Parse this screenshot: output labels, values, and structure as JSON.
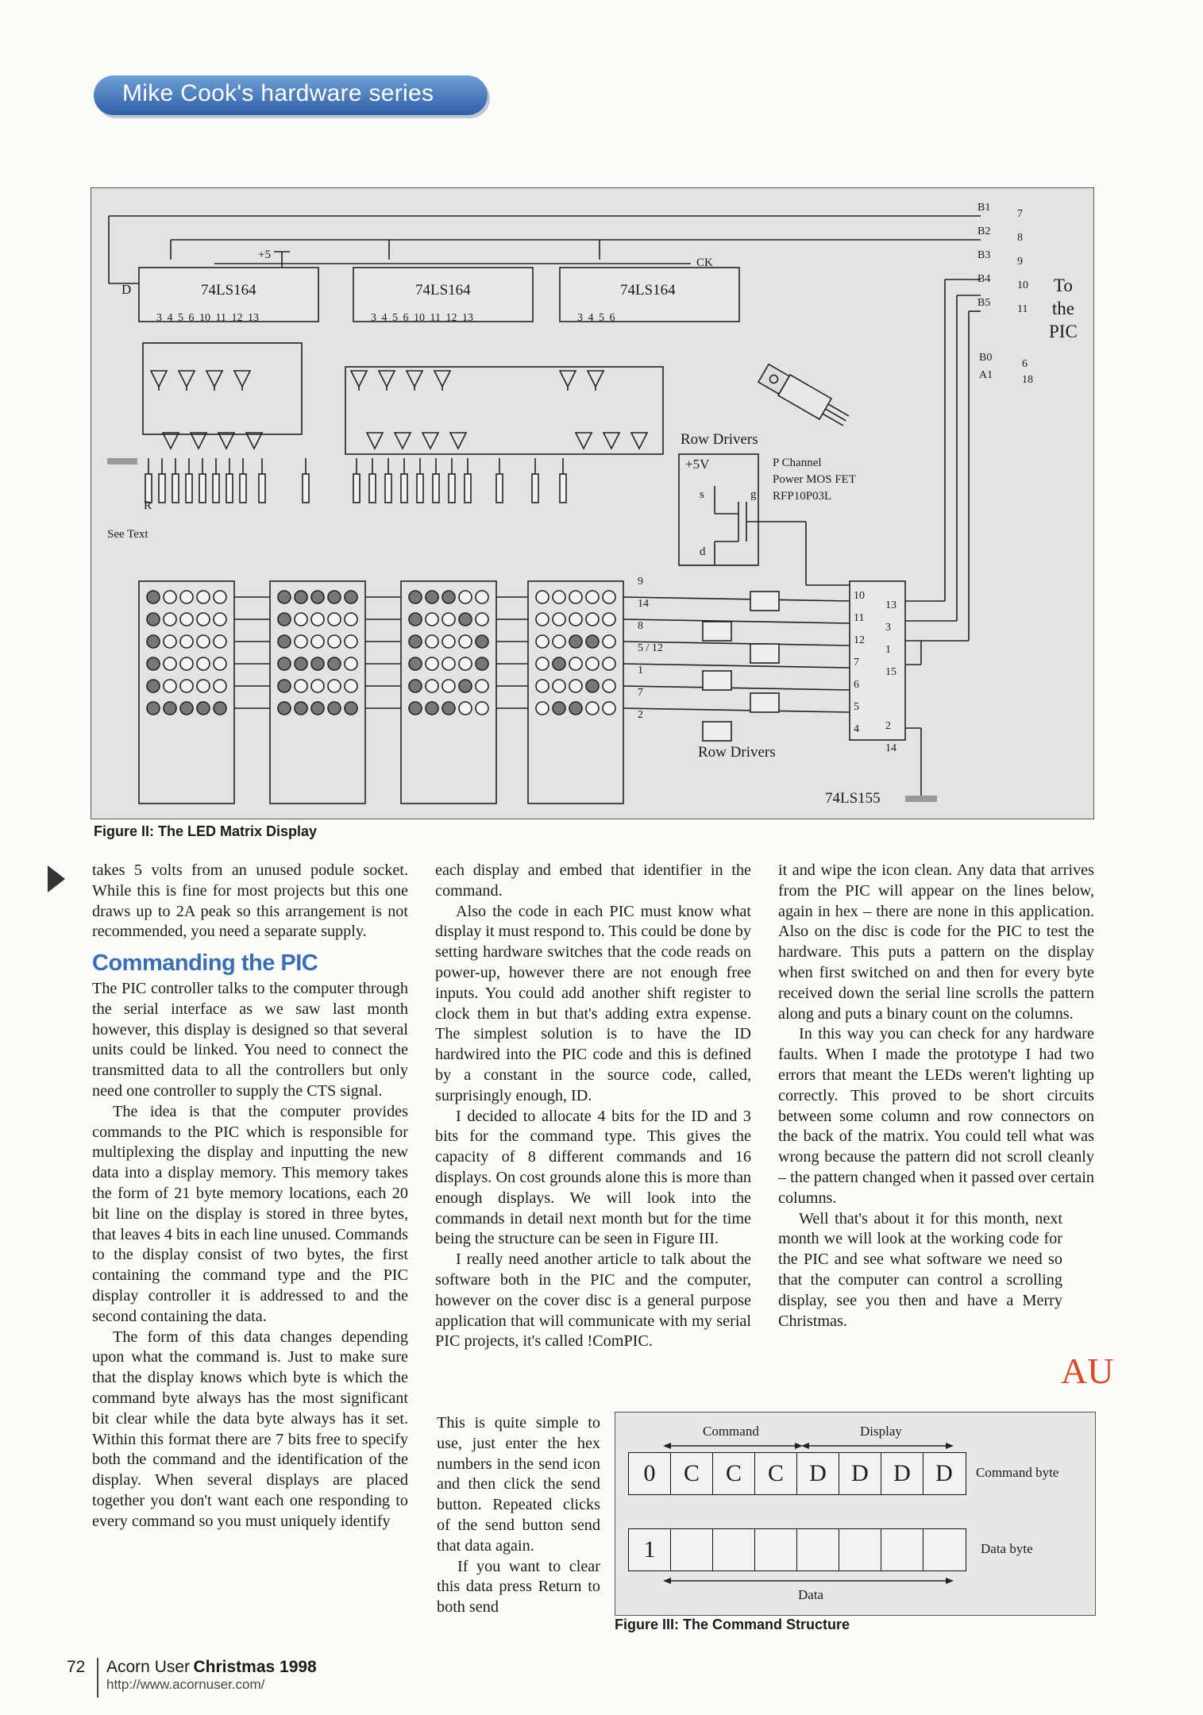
{
  "header": {
    "series_title": "Mike Cook's hardware series"
  },
  "figure2": {
    "caption": "Figure II: The LED Matrix Display",
    "chips": [
      "74LS164",
      "74LS164",
      "74LS164",
      "74LS155"
    ],
    "labels": {
      "d": "D",
      "ck": "CK",
      "plus5": "+5",
      "r": "R",
      "see_text": "See Text",
      "row_drivers_top": "Row Drivers",
      "row_drivers_bottom": "Row Drivers",
      "plus5v": "+5V",
      "s": "s",
      "g": "g",
      "d_pin": "d",
      "mosfet": [
        "P Channel",
        "Power MOS FET",
        "RFP10P03L"
      ],
      "to_pic": [
        "To",
        "the",
        "PIC"
      ],
      "b_labels": [
        "B1",
        "B2",
        "B3",
        "B4",
        "B5"
      ],
      "b_pins": [
        "7",
        "8",
        "9",
        "10",
        "11"
      ],
      "b0": "B0",
      "a1": "A1",
      "b0_pin": "6",
      "a1_pin": "18",
      "chip1_pins": "3  4  5  6  10  11  12  13",
      "chip2_pins": "3  4  5  6  10  11  12  13",
      "chip3_pins": "3  4  5  6",
      "row_pins": [
        "9",
        "14",
        "8",
        "5 / 12",
        "1",
        "7",
        "2"
      ],
      "decoder_left": [
        "10",
        "11",
        "12",
        "7",
        "6",
        "5",
        "4"
      ],
      "decoder_right": [
        "13",
        "3",
        "1",
        "15",
        "2",
        "14"
      ]
    }
  },
  "body": {
    "col1": [
      "takes 5 volts from an unused podule socket. While this is fine for most projects but this one draws up to 2A peak so this arrangement is not recommended, you need a separate supply."
    ],
    "heading": "Commanding the PIC",
    "col1b": [
      "The PIC controller talks to the computer through the serial interface as we saw last month however, this display is designed so that several units could be linked. You need to connect the transmitted data to all the controllers but only need one controller to supply the CTS signal.",
      "The idea is that the computer provides commands to the PIC which is responsible for multiplexing the display and inputting the new data into a display memory. This memory takes the form of 21 byte memory locations, each 20 bit line on the display is stored in three bytes, that leaves 4 bits in each line unused. Commands to the display consist of two bytes, the first containing the command type and the PIC display controller it is addressed to and the second containing the data.",
      "The form of this data changes depending upon what the command is. Just to make sure that the display knows which byte is which the command byte always has the most significant bit clear while the data byte always has it set. Within this format there are 7 bits free to specify both the command and the identification of the display. When several displays are placed together you don't want each one responding to every command so you must uniquely identify"
    ],
    "col2": [
      "each display and embed that identifier in the command.",
      "Also the code in each PIC must know what display it must respond to. This could be done by setting hardware switches that the code reads on power-up, however there are not enough free inputs. You could add another shift register to clock them in but that's adding extra expense. The simplest solution is to have the ID hardwired into the PIC code and this is defined by a constant in the source code, called, surprisingly enough, ID.",
      "I decided to allocate 4 bits for the ID and 3 bits for the command type. This gives the capacity of 8 different commands and 16 displays. On cost grounds alone this is more than enough displays. We will look into the commands in detail next month but for the time being the structure can be seen in Figure III.",
      "I really need another article to talk about the software both in the PIC and the computer, however on the cover disc is a general purpose application that will communicate with my serial PIC projects, it's called !ComPIC."
    ],
    "col2_narrow": [
      "This is quite simple to use, just enter the hex numbers in the send icon and then click the send button. Repeated clicks of the send button send that data again.",
      "If you want to clear this data press Return to both send"
    ],
    "col3": [
      "it and wipe the icon clean. Any data that arrives from the PIC will appear on the lines below, again in hex – there are none in this application. Also on the disc is code for the PIC to test the hardware. This puts a pattern on the display when first switched on and then for every byte received down the serial line scrolls the pattern along and puts a binary count on the columns.",
      "In this way you can check for any hardware faults. When I made the prototype I had two errors that meant the LEDs weren't lighting up correctly. This proved to be short circuits between some column and row connectors on the back of the matrix. You could tell what was wrong because the pattern did not scroll cleanly – the pattern changed when it passed over certain columns.",
      "Well that's about it for this month, next month we will look at the working code for the PIC and see what software we need so that the computer can control a scrolling display, see you then and have a Merry Christmas."
    ],
    "end_logo": "AU"
  },
  "figure3": {
    "caption": "Figure III: The Command Structure",
    "command_label": "Command",
    "display_label": "Display",
    "data_label": "Data",
    "command_byte_label": "Command byte",
    "data_byte_label": "Data byte",
    "command_bits": [
      "0",
      "C",
      "C",
      "C",
      "D",
      "D",
      "D",
      "D"
    ],
    "data_bits": [
      "1",
      "",
      "",
      "",
      "",
      "",
      "",
      ""
    ]
  },
  "footer": {
    "page_number": "72",
    "magazine": "Acorn User",
    "issue": "Christmas 1998",
    "url": "http://www.acornuser.com/"
  }
}
